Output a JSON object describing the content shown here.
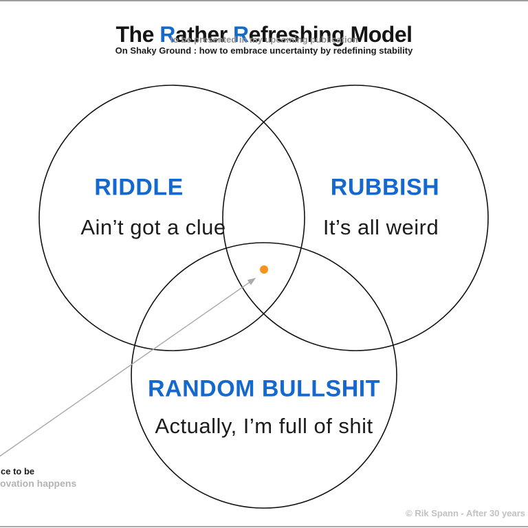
{
  "header": {
    "title_part1": "The ",
    "title_accent1": "R",
    "title_part2": "ather ",
    "title_accent2": "R",
    "title_part3": "efreshing Model",
    "subtitle": "to be presented in my upcoming publication",
    "publication_line": "On Shaky Ground : how to embrace uncertainty by redefining stability"
  },
  "venn": {
    "circles": [
      {
        "name": "riddle",
        "label": "RIDDLE",
        "caption": "Ain’t got a clue"
      },
      {
        "name": "rubbish",
        "label": "RUBBISH",
        "caption": "It’s all weird"
      },
      {
        "name": "random-bullshit",
        "label": "RANDOM BULLSHIT",
        "caption": "Actually, I’m full of shit"
      }
    ],
    "sweet_spot_marker": "orange-dot"
  },
  "annotation": {
    "line1": "ce to be",
    "line2": "ovation happens"
  },
  "footer": {
    "credit": "© Rik Spann - After 30 years"
  },
  "colors": {
    "accent_blue": "#1569ce",
    "dot_orange": "#F6921E",
    "arrow_gray": "#ABABAB",
    "circle_stroke": "#111111",
    "subtitle_gray": "#8f8f8f",
    "credit_gray": "#c1c1c1"
  }
}
